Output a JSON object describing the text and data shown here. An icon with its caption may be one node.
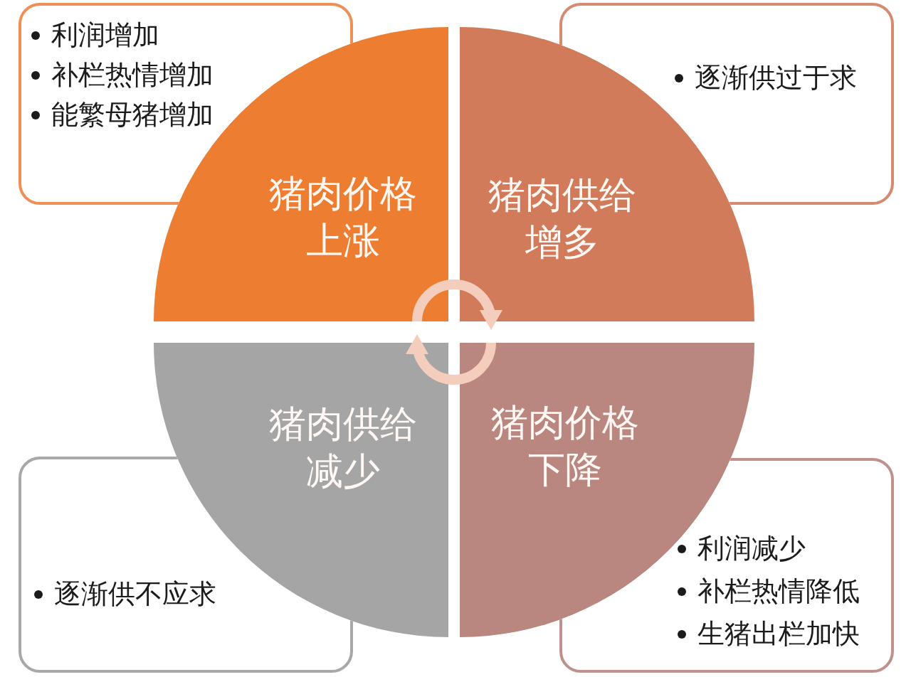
{
  "diagram": {
    "nodes": [
      {
        "text": [
          "利润增加",
          "补栏热情增加",
          "能繁母猪增加"
        ]
      },
      {
        "text": [
          "逐渐供过于求"
        ]
      },
      {
        "text": [
          "猪肉价格上涨"
        ]
      },
      {
        "text": [
          "猪肉供给增多"
        ]
      },
      {
        "text": [
          "猪肉供给减少"
        ]
      },
      {
        "text": [
          "猪肉价格下降"
        ]
      },
      {
        "text": [
          "逐渐供不应求"
        ]
      },
      {
        "text": [
          "利润减少",
          "补栏热情降低",
          "生猪出栏加快"
        ]
      }
    ],
    "edges": [
      {
        "from": 2,
        "to": 3,
        "arrow": "to"
      },
      {
        "from": 5,
        "to": 4,
        "arrow": "to"
      }
    ]
  }
}
